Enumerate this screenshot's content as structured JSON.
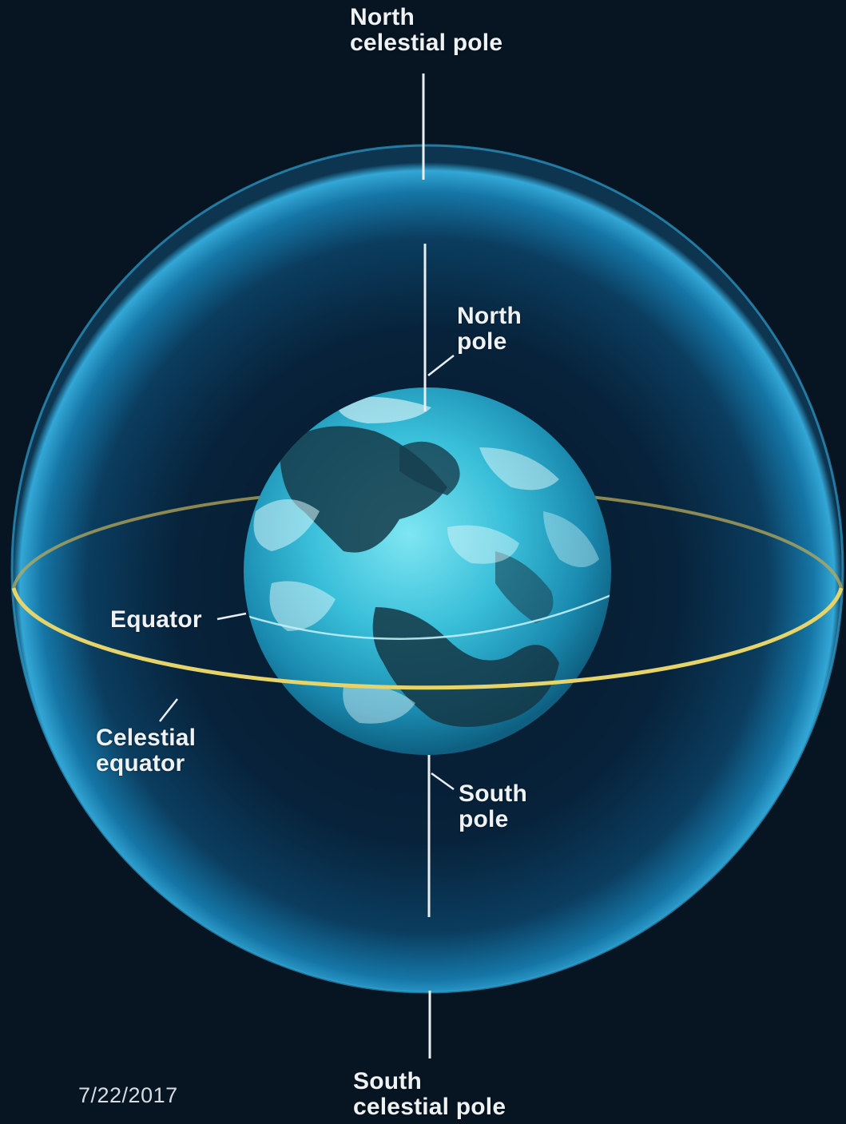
{
  "labels": {
    "north_celestial_pole": [
      "North",
      "celestial pole"
    ],
    "north_pole": [
      "North",
      "pole"
    ],
    "equator": "Equator",
    "celestial_equator": [
      "Celestial",
      "equator"
    ],
    "south_pole": [
      "South",
      "pole"
    ],
    "south_celestial_pole": [
      "South",
      "celestial pole"
    ]
  },
  "footer": {
    "date": "7/22/2017"
  },
  "colors": {
    "background": "#061521",
    "celestial_sphere": "#1a8fc0",
    "earth": "#3cc6de",
    "celestial_equator_ring": "#e6d46a",
    "axis_line": "#e8eef2"
  }
}
